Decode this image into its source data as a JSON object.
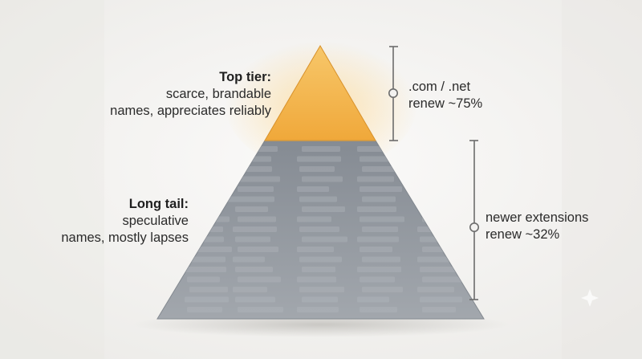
{
  "tiers": [
    {
      "id": "top",
      "heading": "Top tier:",
      "description": "scarce, brandable\nnames, appreciates reliably",
      "extension_label": ".com / .net\nrenew ~75%"
    },
    {
      "id": "long_tail",
      "heading": "Long tail:",
      "description": "speculative\nnames, mostly lapses",
      "extension_label": "newer extensions\nrenew ~32%"
    }
  ],
  "colors": {
    "top_tier_fill": "#f4b245",
    "top_tier_glow": "#ffd27a",
    "long_tail_fill": "#8f959c",
    "bracket": "#6c6c6c",
    "text": "#2b2b2b"
  },
  "icons": {
    "bracket_marker": "hollow-circle-icon"
  }
}
